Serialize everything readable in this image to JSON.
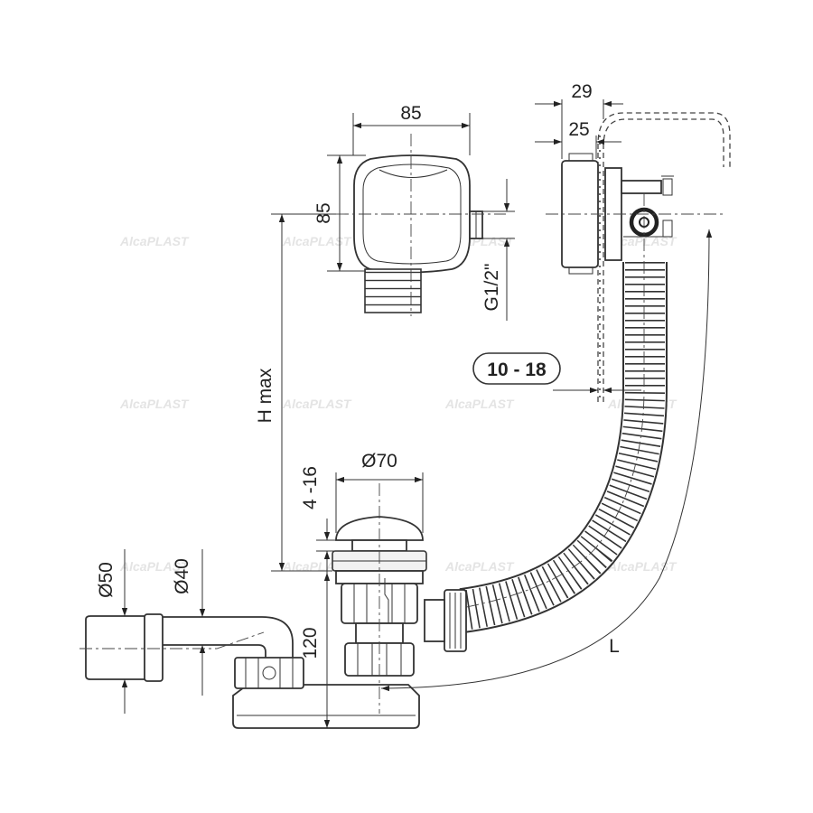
{
  "watermark": "AlcaPLAST",
  "dimensions": {
    "overflow_width": "85",
    "overflow_height": "85",
    "thread": "G1/2\"",
    "wall_29": "29",
    "wall_25": "25",
    "tub_thickness": "10 - 18",
    "h_max": "H max",
    "plug_adjust": "4 -16",
    "plug_diameter": "Ø70",
    "outlet_50": "Ø50",
    "outlet_40": "Ø40",
    "trap_height": "120",
    "hose_length": "L"
  }
}
